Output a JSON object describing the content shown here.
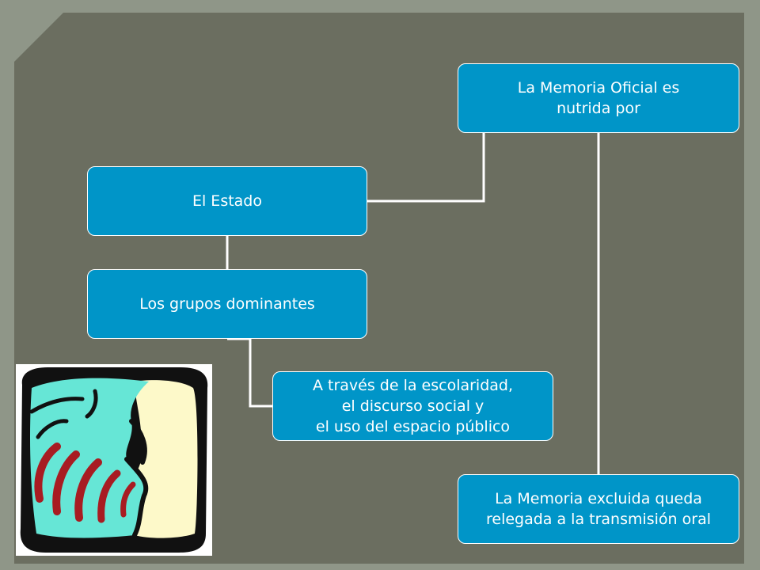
{
  "colors": {
    "background": "#6b6e60",
    "frame": "#8f9688",
    "node_fill": "#0095c8",
    "node_border": "#ffffff",
    "connector": "#ffffff"
  },
  "nodes": {
    "oficial": "La Memoria Oficial es\nnutrida por",
    "estado": "El Estado",
    "grupos": "Los grupos dominantes",
    "escolaridad": "A través de la escolaridad,\nel discurso social y\nel uso del espacio público",
    "excluida": "La Memoria excluida queda\nrelegada a la transmisión oral"
  },
  "clipart": {
    "icon": "speaking-face-icon"
  }
}
